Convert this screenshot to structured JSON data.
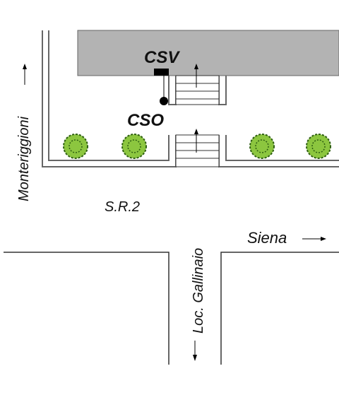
{
  "labels": {
    "csv": "CSV",
    "cso": "CSO",
    "road": "S.R.2",
    "left_road": "Monteriggioni",
    "right_road": "Siena",
    "bottom_road": "Loc. Gallinaio"
  },
  "colors": {
    "building": "#b3b3b3",
    "wall": "#666666",
    "line": "#333333",
    "bush_fill": "#5aa23a",
    "bush_stroke": "#2f5f12",
    "accent": "#000000"
  },
  "icons": {
    "csv_marker": "square-marker",
    "cso_marker": "dot-marker",
    "stairs": "stairs-icon",
    "bush": "bush-icon"
  }
}
